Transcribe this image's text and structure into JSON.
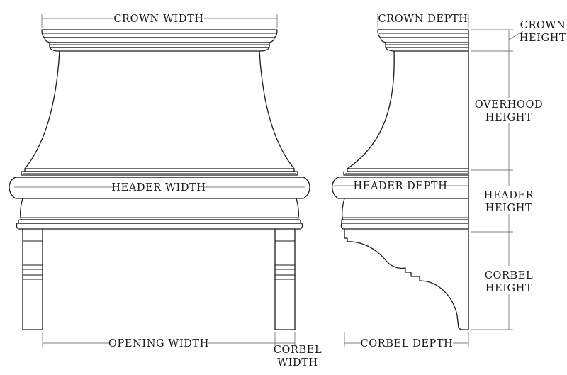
{
  "labels": {
    "crown_width": "CROWN WIDTH",
    "crown_depth": "CROWN DEPTH",
    "crown_height_1": "CROWN",
    "crown_height_2": "HEIGHT",
    "overhood_height_1": "OVERHOOD",
    "overhood_height_2": "HEIGHT",
    "header_width": "HEADER WIDTH",
    "header_depth": "HEADER DEPTH",
    "header_height_1": "HEADER",
    "header_height_2": "HEIGHT",
    "corbel_height_1": "CORBEL",
    "corbel_height_2": "HEIGHT",
    "opening_width": "OPENING WIDTH",
    "corbel_depth": "CORBEL DEPTH",
    "corbel_width_1": "CORBEL",
    "corbel_width_2": "WIDTH"
  }
}
